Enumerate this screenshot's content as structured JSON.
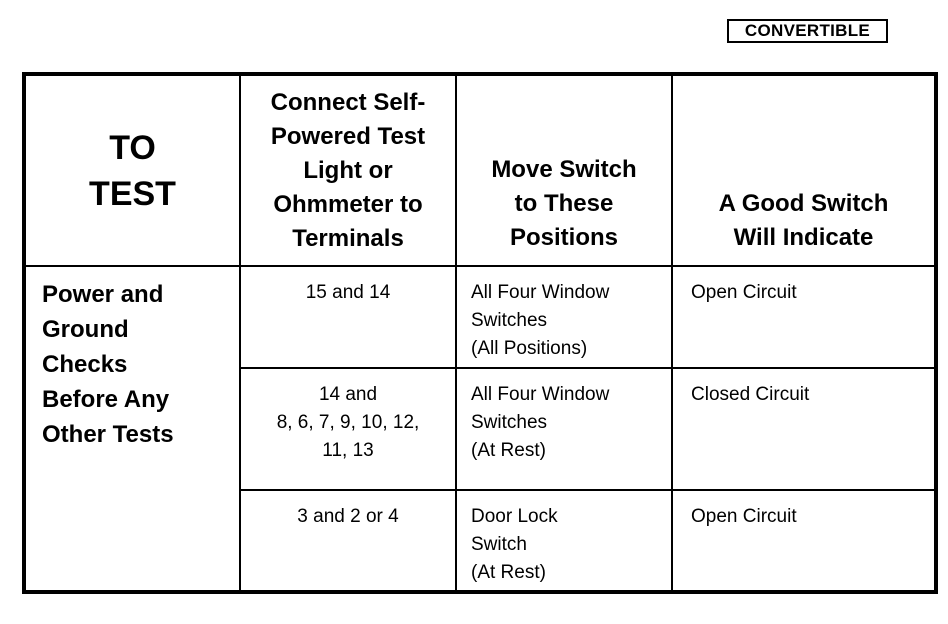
{
  "badge": "CONVERTIBLE",
  "headers": {
    "to_test": [
      "TO",
      "TEST"
    ],
    "connect": [
      "Connect Self-",
      "Powered Test",
      "Light or",
      "Ohmmeter to",
      "Terminals"
    ],
    "move": [
      "Move Switch",
      "to These",
      "Positions"
    ],
    "indicate": [
      "A Good Switch",
      "Will Indicate"
    ]
  },
  "test_label": [
    "Power and",
    "Ground",
    "Checks",
    "Before Any",
    "Other Tests"
  ],
  "rows": [
    {
      "terminals": [
        "15 and 14"
      ],
      "positions": [
        "All Four Window",
        "Switches",
        "(All Positions)"
      ],
      "result": "Open Circuit"
    },
    {
      "terminals": [
        "14 and",
        "8, 6, 7, 9, 10, 12,",
        "11, 13"
      ],
      "positions": [
        "All Four Window",
        "Switches",
        "(At Rest)"
      ],
      "result": "Closed Circuit"
    },
    {
      "terminals": [
        "3 and 2 or 4"
      ],
      "positions": [
        "Door Lock",
        "Switch",
        "(At Rest)"
      ],
      "result": "Open Circuit"
    }
  ]
}
